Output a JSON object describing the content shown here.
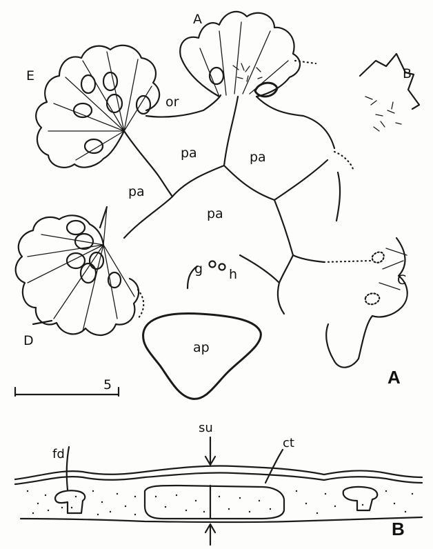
{
  "panel_a": {
    "panel_label": "A",
    "plate_labels": {
      "a": "A",
      "b": "B",
      "c": "C",
      "d": "D",
      "e": "E"
    },
    "region_labels": {
      "or": "or",
      "pa1": "pa",
      "pa2": "pa",
      "pa3": "pa",
      "pa4": "pa",
      "ap": "ap",
      "g": "g",
      "h": "h"
    },
    "scale_label": "5"
  },
  "panel_b": {
    "panel_label": "B",
    "labels": {
      "su": "su",
      "ct": "ct",
      "fd": "fd"
    }
  }
}
